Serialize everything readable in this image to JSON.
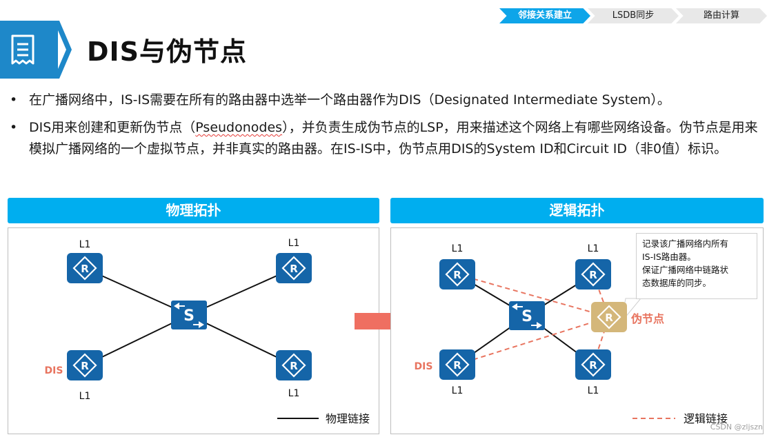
{
  "nav": {
    "steps": [
      {
        "label": "邻接关系建立",
        "active": true
      },
      {
        "label": "LSDB同步",
        "active": false
      },
      {
        "label": "路由计算",
        "active": false
      }
    ]
  },
  "title": "DIS与伪节点",
  "bullets": {
    "b1": "在广播网络中，IS-IS需要在所有的路由器中选举一个路由器作为DIS（Designated Intermediate System）。",
    "b2_pre": "DIS用来创建和更新伪节点（",
    "b2_word": "Pseudonodes",
    "b2_post": "），并负责生成伪节点的LSP，用来描述这个网络上有哪些网络设备。伪节点是用来模拟广播网络的一个虚拟节点，并非真实的路由器。在IS-IS中，伪节点用DIS的System ID和Circuit ID（非0值）标识。",
    "marker": "•"
  },
  "physical": {
    "header": "物理拓扑",
    "label_tl": "L1",
    "label_tr": "L1",
    "label_bl": "L1",
    "label_br": "L1",
    "dis": "DIS",
    "router_glyph": "R",
    "switch_glyph": "S",
    "legend": "物理链接"
  },
  "logical": {
    "header": "逻辑拓扑",
    "label_tl": "L1",
    "label_tr": "L1",
    "label_bl": "L1",
    "label_br": "L1",
    "dis": "DIS",
    "pseudonode": "伪节点",
    "router_glyph": "R",
    "switch_glyph": "S",
    "legend": "逻辑链接",
    "callout": [
      "记录该广播网络内所有",
      "IS-IS路由器。",
      "保证广播网络中链路状",
      "态数据库的同步。"
    ]
  },
  "colors": {
    "router": "#1565a8",
    "pseudonode": "#d4b77a",
    "accent": "#00aeef",
    "dis": "#e8745f",
    "arrow": "#ef6f61"
  },
  "watermark": "CSDN @zljszn"
}
